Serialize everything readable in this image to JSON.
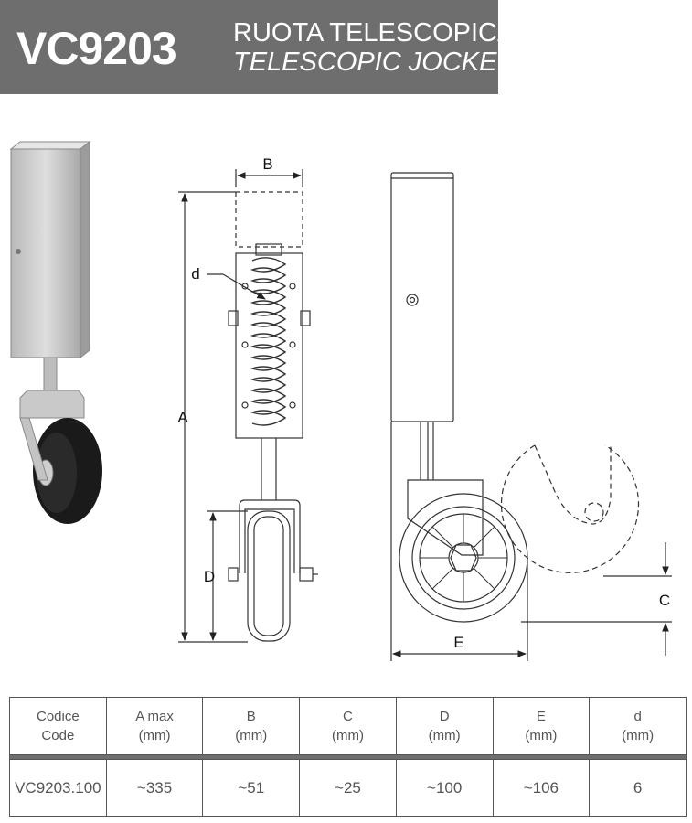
{
  "header": {
    "code": "VC9203",
    "title_it": "RUOTA TELESCOPICA",
    "title_en": "TELESCOPIC JOCKEY W"
  },
  "drawing": {
    "labels": {
      "A": "A",
      "B": "B",
      "C": "C",
      "D": "D",
      "E": "E",
      "d": "d"
    },
    "colors": {
      "line": "#333333",
      "metal": "#c8c8c8",
      "tyre": "#1a1a1a"
    }
  },
  "table": {
    "columns": [
      {
        "line1": "Codice",
        "line2": "Code"
      },
      {
        "line1": "A max",
        "line2": "(mm)"
      },
      {
        "line1": "B",
        "line2": "(mm)"
      },
      {
        "line1": "C",
        "line2": "(mm)"
      },
      {
        "line1": "D",
        "line2": "(mm)"
      },
      {
        "line1": "E",
        "line2": "(mm)"
      },
      {
        "line1": "d",
        "line2": "(mm)"
      }
    ],
    "rows": [
      [
        "VC9203.100",
        "~335",
        "~51",
        "~25",
        "~100",
        "~106",
        "6"
      ]
    ]
  }
}
